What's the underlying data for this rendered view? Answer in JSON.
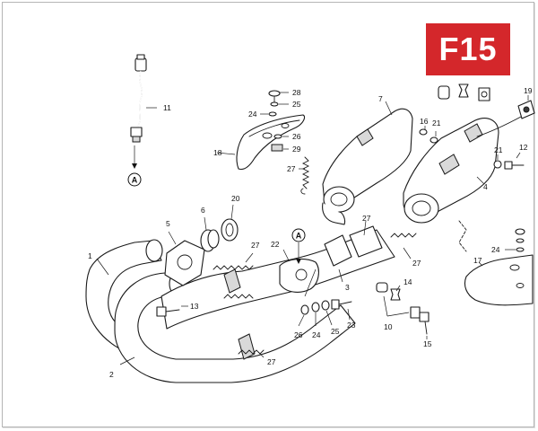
{
  "page_code": "F15",
  "labels": {
    "p1": "1",
    "p2": "2",
    "p3": "3",
    "p4": "4",
    "p5": "5",
    "p6": "6",
    "p7": "7",
    "p10": "10",
    "p11": "11",
    "p12": "12",
    "p13": "13",
    "p14": "14",
    "p15": "15",
    "p16": "16",
    "p17": "17",
    "p18": "18",
    "p19": "19",
    "p20": "20",
    "p21a": "21",
    "p21b": "21",
    "p22": "22",
    "p23": "23",
    "p24a": "24",
    "p24b": "24",
    "p24c": "24",
    "p25a": "25",
    "p25b": "25",
    "p26a": "26",
    "p26b": "26",
    "p27a": "27",
    "p27b": "27",
    "p27c": "27",
    "p27d": "27",
    "p27e": "27",
    "p28": "28",
    "p29": "29"
  },
  "refs": {
    "a_top": "A",
    "a_bottom": "A"
  },
  "colors": {
    "badge": "#d4272b",
    "frame": "#b5b5b5"
  }
}
